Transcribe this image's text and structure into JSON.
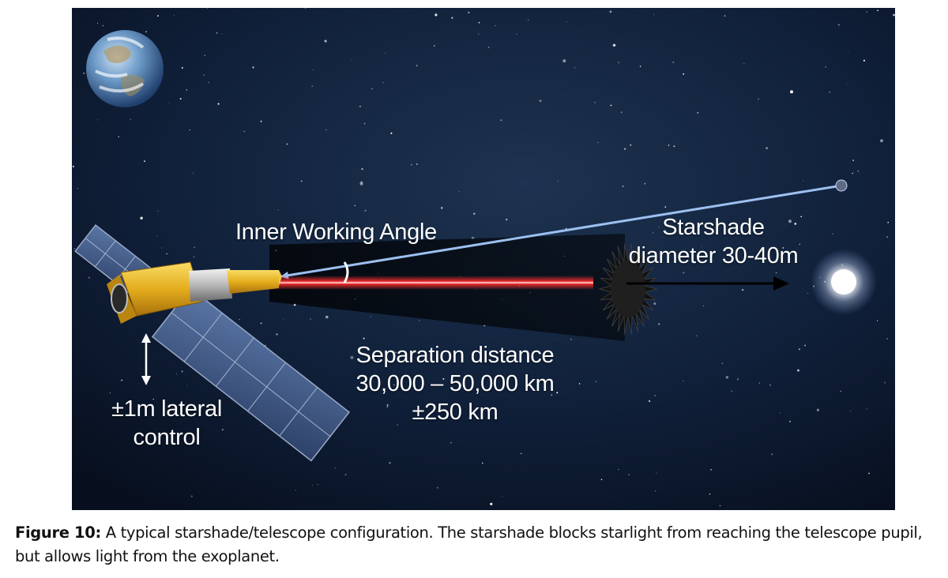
{
  "figure": {
    "labels": {
      "inner_working_angle": "Inner Working Angle",
      "starshade_line1": "Starshade",
      "starshade_line2": "diameter 30-40m",
      "separation_line1": "Separation distance",
      "separation_line2": "30,000 – 50,000 km",
      "separation_line3": "±250 km",
      "lateral_line1": "±1m lateral",
      "lateral_line2": "control"
    },
    "colors": {
      "space": "#0c1a30",
      "laser": "#e8161e",
      "planet_ray": "#8fb4e8",
      "telescope_gold": "#e8b420",
      "solar_panel": "#3f5a86"
    },
    "icons": [
      "earth-icon",
      "star-icon",
      "exoplanet-icon",
      "telescope-icon",
      "starshade-icon"
    ]
  },
  "caption": {
    "label": "Figure 10:",
    "text": " A typical starshade/telescope configuration. The starshade blocks starlight from reaching the telescope pupil, but allows light from the exoplanet."
  }
}
